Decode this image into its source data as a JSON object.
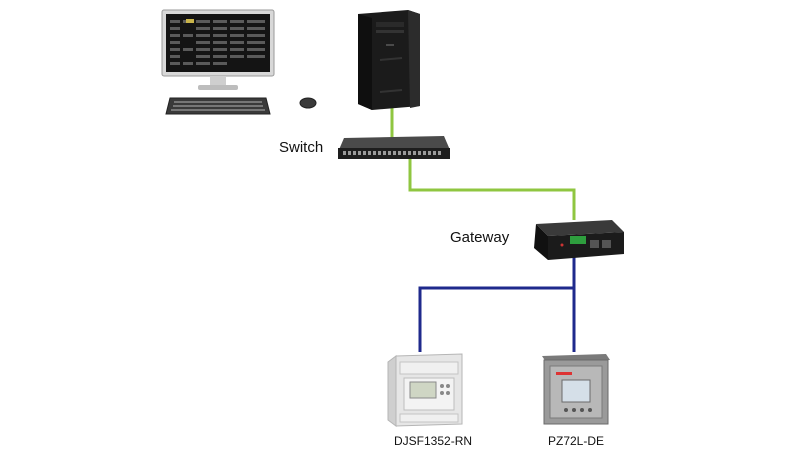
{
  "labels": {
    "switch": "Switch",
    "gateway": "Gateway",
    "meter1": "DJSF1352-RN",
    "meter2": "PZ72L-DE"
  },
  "colors": {
    "ethernet_link": "#8fc640",
    "rs485_link": "#1f2a8c",
    "device_dark": "#1b1b1b",
    "meter_body": "#e6e6e6",
    "terminal_green": "#2e9e3e"
  },
  "icons": {
    "pc": "desktop-computer-icon",
    "server": "server-tower-icon",
    "switch": "network-switch-icon",
    "gateway": "gateway-icon",
    "meter1": "din-rail-meter-icon",
    "meter2": "panel-meter-icon"
  }
}
